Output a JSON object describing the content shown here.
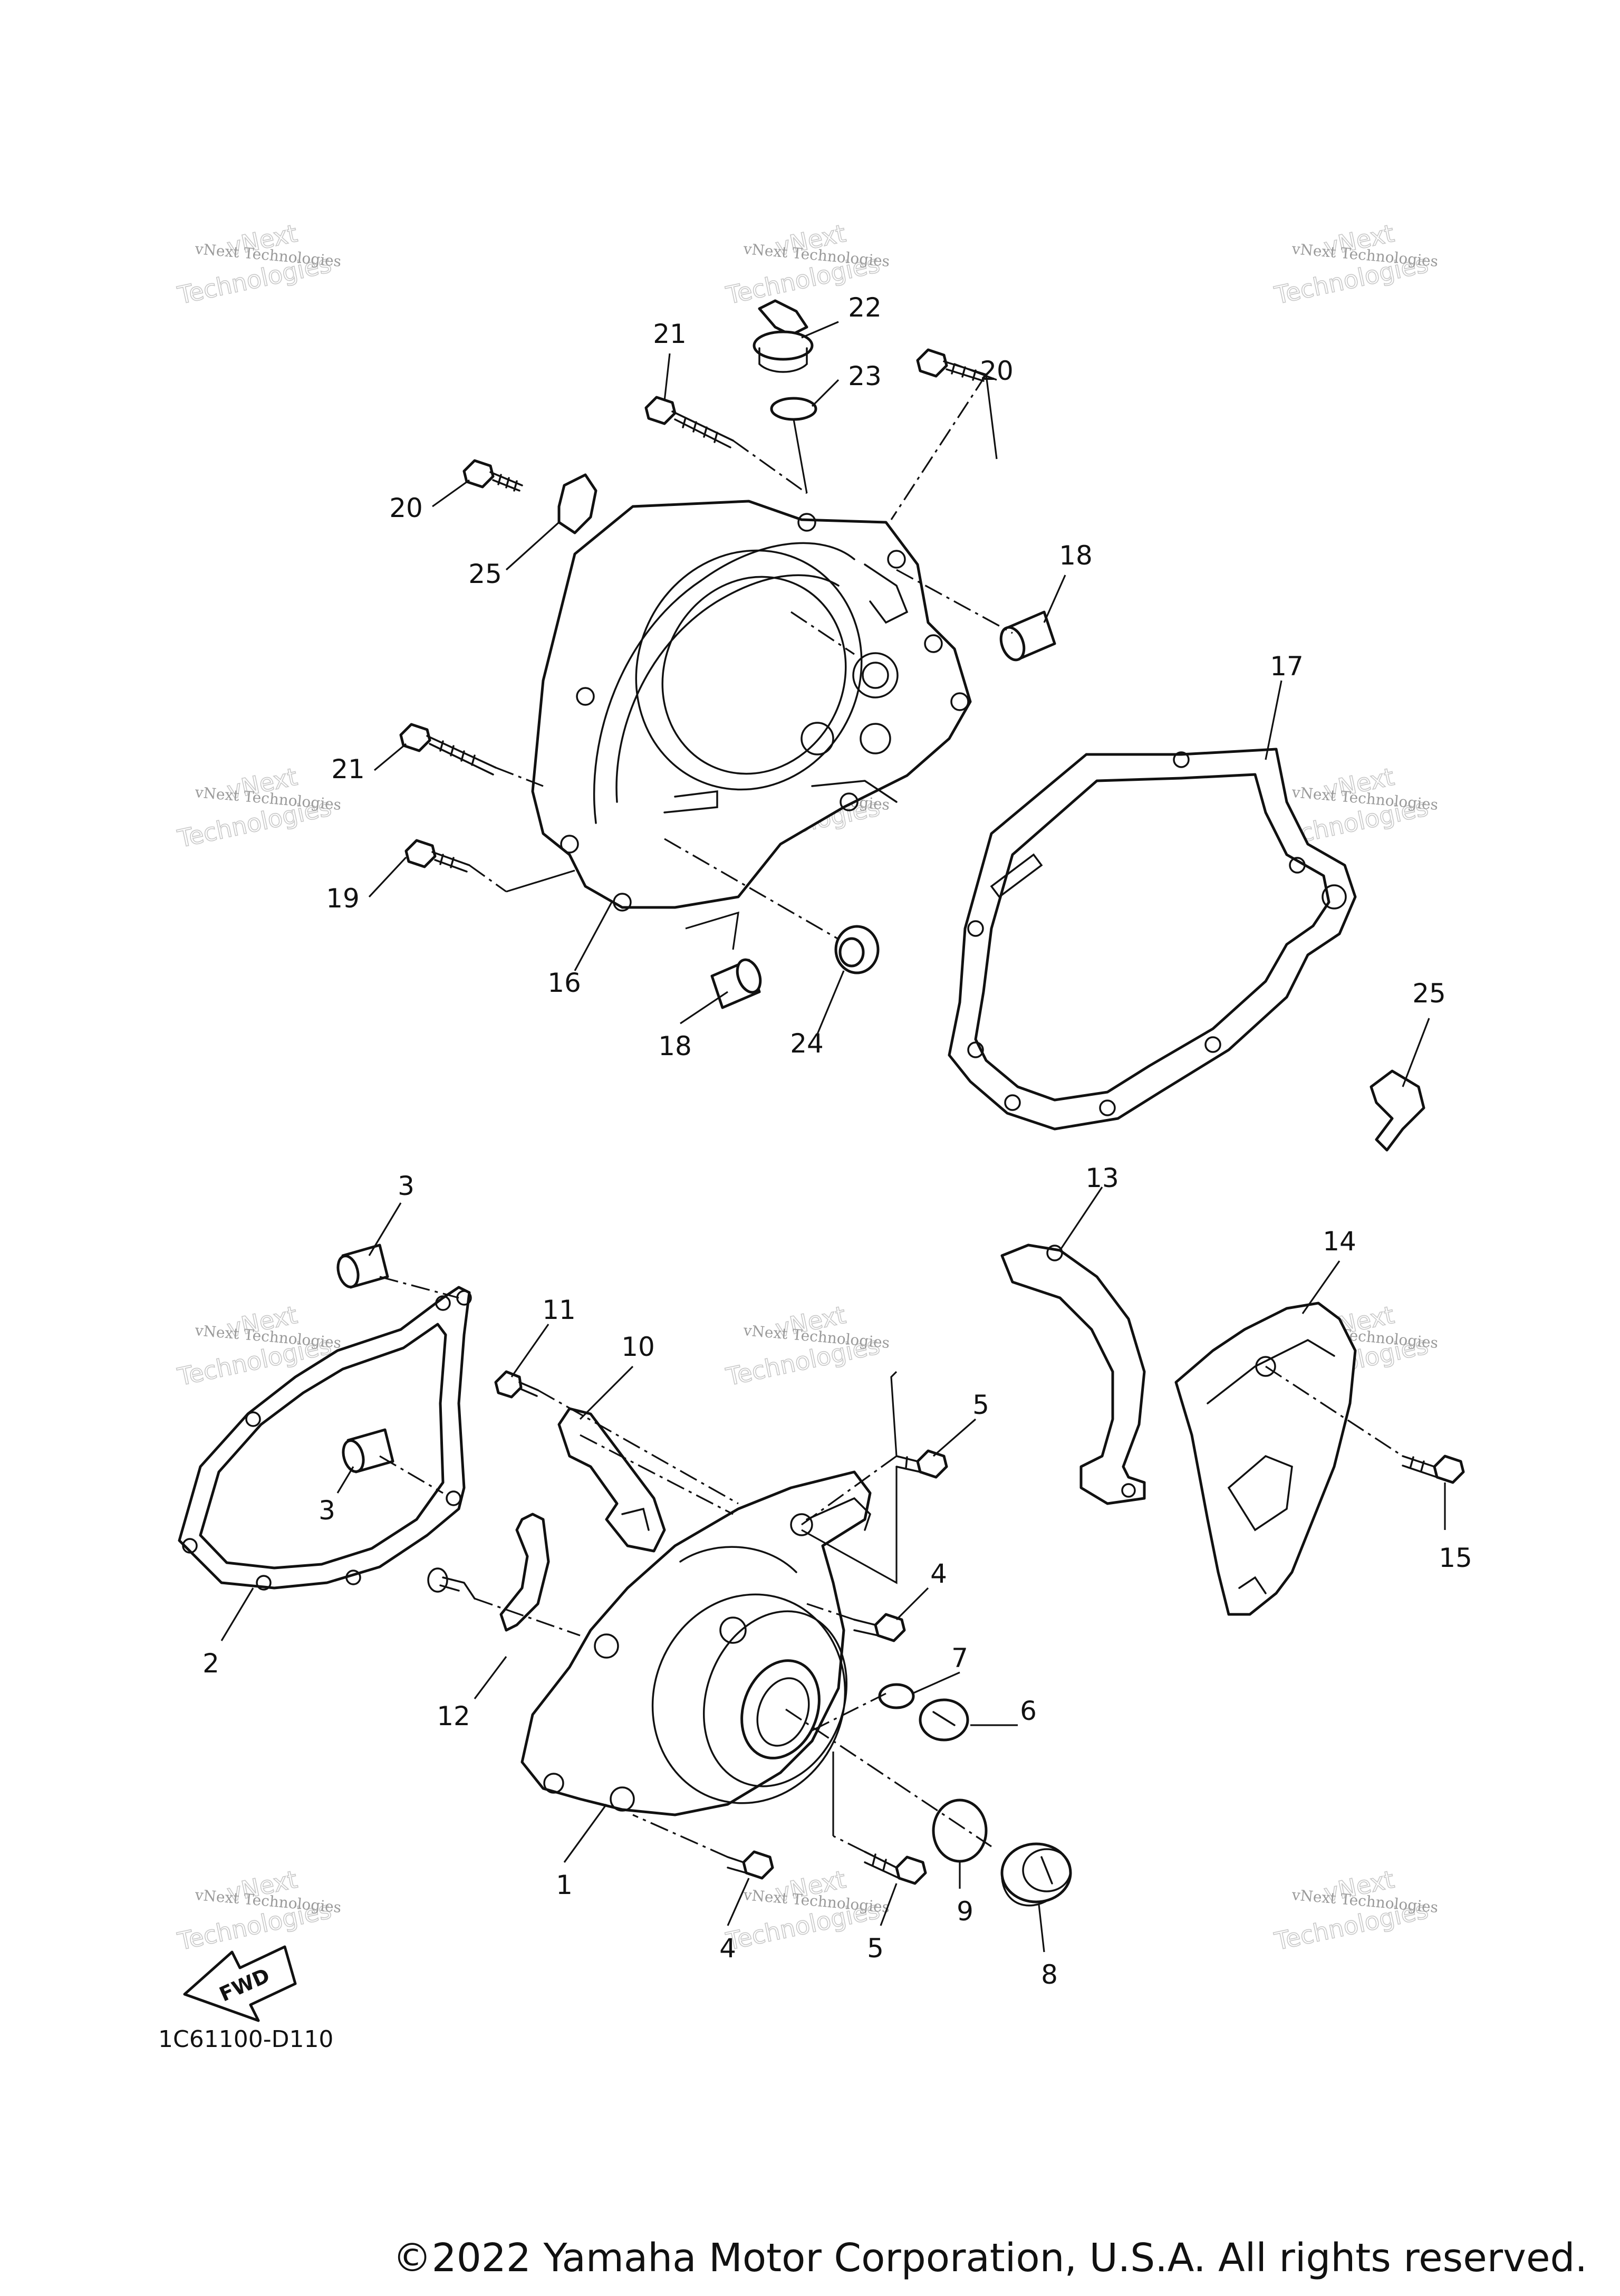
{
  "diagram": {
    "part_numbers": [
      "1",
      "2",
      "3",
      "3",
      "4",
      "4",
      "5",
      "5",
      "6",
      "7",
      "8",
      "9",
      "10",
      "11",
      "12",
      "13",
      "14",
      "15",
      "16",
      "17",
      "18",
      "18",
      "19",
      "20",
      "20",
      "21",
      "21",
      "22",
      "23",
      "24",
      "25",
      "25"
    ],
    "watermark": {
      "line1": "vNext Technologies",
      "line2a": "vNext",
      "line2b": "Technologies"
    },
    "fwd_label": "FWD",
    "diagram_code": "1C61100-D110",
    "copyright": "©2022 Yamaha Motor Corporation, U.S.A. All rights reserved."
  }
}
